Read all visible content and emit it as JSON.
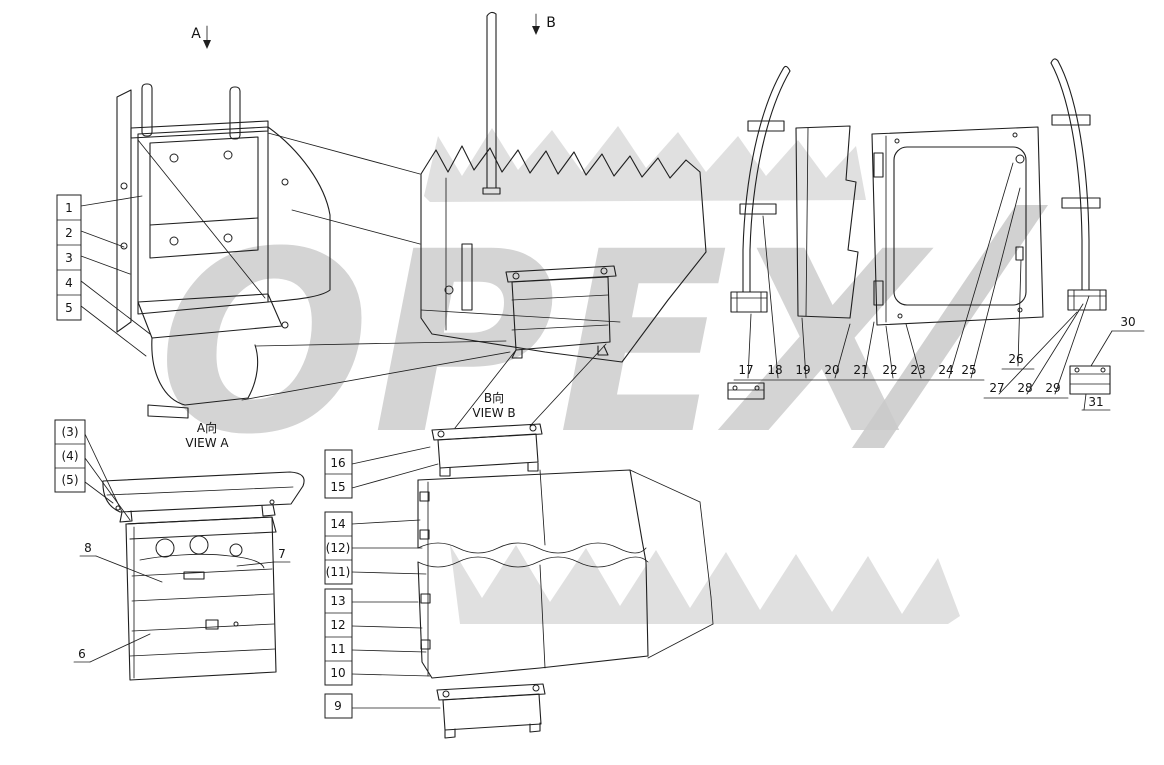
{
  "drawing": {
    "background": "#ffffff",
    "line_color": "#1f1f1f",
    "watermark": {
      "text": "OPEX",
      "color": "#cbcbcb"
    },
    "markers": {
      "a": "A",
      "b": "B"
    },
    "views": {
      "a_cn": "A向",
      "a_en": "VIEW A",
      "b_cn": "B向",
      "b_en": "VIEW B"
    },
    "callouts": {
      "left_stack": [
        "1",
        "2",
        "3",
        "4",
        "5"
      ],
      "paren_stack": [
        "(3)",
        "(4)",
        "(5)"
      ],
      "toolbox_labels": [
        "8",
        "7",
        "6"
      ],
      "mid_top": [
        "16",
        "15"
      ],
      "mid_mid": [
        "14",
        "(12)",
        "(11)"
      ],
      "mid_low": [
        "13",
        "12",
        "11",
        "10"
      ],
      "mid_single": "9",
      "row_main": [
        "17",
        "18",
        "19",
        "20",
        "21",
        "22",
        "23",
        "24",
        "25"
      ],
      "row_26": "26",
      "row_secondary": [
        "27",
        "28",
        "29"
      ],
      "label_30": "30",
      "label_31": "31"
    }
  }
}
